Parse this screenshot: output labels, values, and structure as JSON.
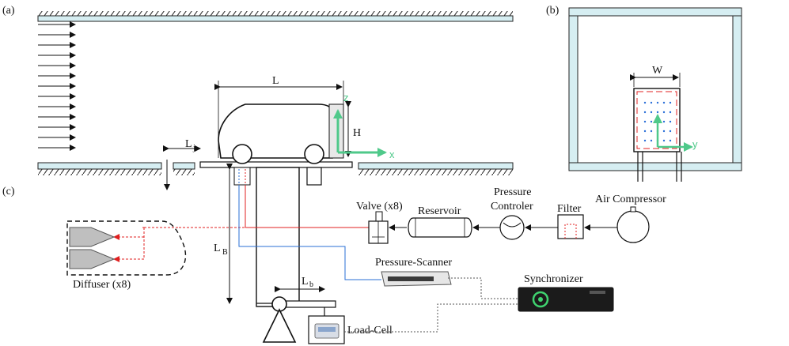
{
  "panels": {
    "a": "(a)",
    "b": "(b)",
    "c": "(c)"
  },
  "dims": {
    "L": "L",
    "H": "H",
    "W": "W",
    "Lj": "L",
    "Lj_sub": "j",
    "LB": "L",
    "LB_sub": "B",
    "Lb": "L",
    "Lb_sub": "b"
  },
  "axes": {
    "x": "x",
    "y": "y",
    "z": "z"
  },
  "components": {
    "valve": "Valve (x8)",
    "reservoir": "Reservoir",
    "pressure_controller_1": "Pressure",
    "pressure_controller_2": "Controler",
    "filter": "Filter",
    "air_compressor": "Air Compressor",
    "pressure_scanner": "Pressure-Scanner",
    "synchronizer": "Synchronizer",
    "load_cell": "Load-Cell",
    "diffuser": "Diffuser (x8)"
  },
  "colors": {
    "tunnel_fill": "#d6eef2",
    "pressure_line": "#e02020",
    "scanner_line": "#2a6fd6",
    "axis_green": "#4fc98a",
    "taps_blue": "#2b6fd8"
  }
}
